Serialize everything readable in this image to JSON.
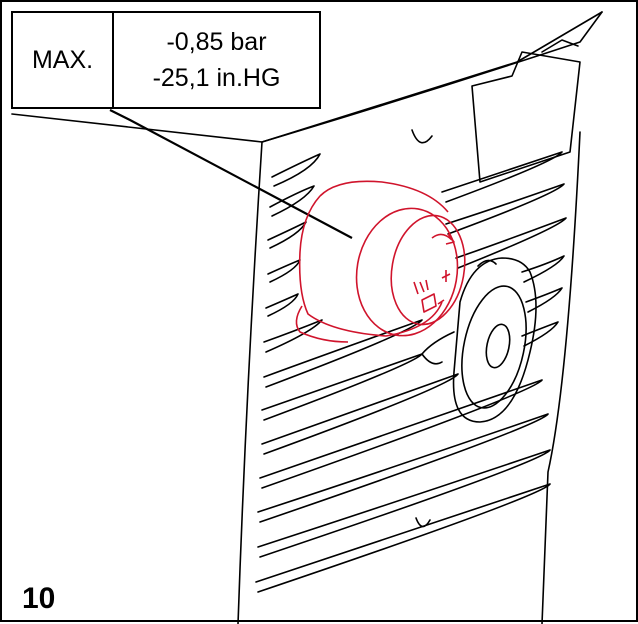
{
  "callout": {
    "max_label": "MAX.",
    "pressure_bar": "-0,85 bar",
    "pressure_inhg": "-25,1 in.HG"
  },
  "step": {
    "number": "10"
  },
  "colors": {
    "line": "#000000",
    "highlight": "#d0142c",
    "background": "#ffffff"
  },
  "icons": {
    "knob": "vacuum-knob-icon",
    "gauge": "gauge-dial-icon"
  }
}
